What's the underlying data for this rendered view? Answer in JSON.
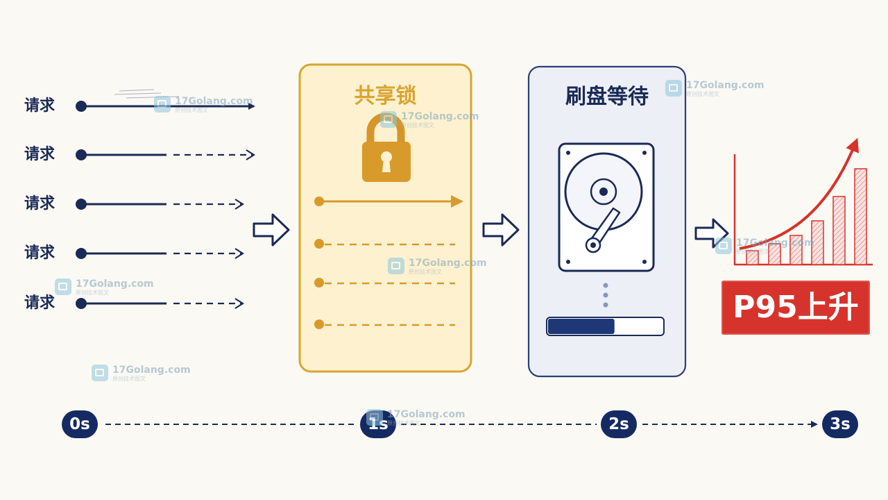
{
  "requests": {
    "labels": [
      "请求",
      "请求",
      "请求",
      "请求",
      "请求"
    ]
  },
  "shared_lock": {
    "title": "共享锁",
    "icon": "padlock-icon"
  },
  "flush_wait": {
    "title": "刷盘等待",
    "icon": "hard-disk-icon",
    "progress": 0.58
  },
  "latency": {
    "badge": "P95上升",
    "icon": "rising-bar-chart-icon"
  },
  "timeline": {
    "ticks": [
      "0s",
      "1s",
      "2s",
      "3s"
    ]
  },
  "watermark": {
    "text": "17Golang.com",
    "subtext": "原创技术图文"
  },
  "colors": {
    "navy": "#1a2a57",
    "gold": "#d9a531",
    "gold_fill": "#fdf1cf",
    "blue_panel": "#eceff6",
    "red": "#d6332c",
    "background": "#fbf9f3"
  }
}
